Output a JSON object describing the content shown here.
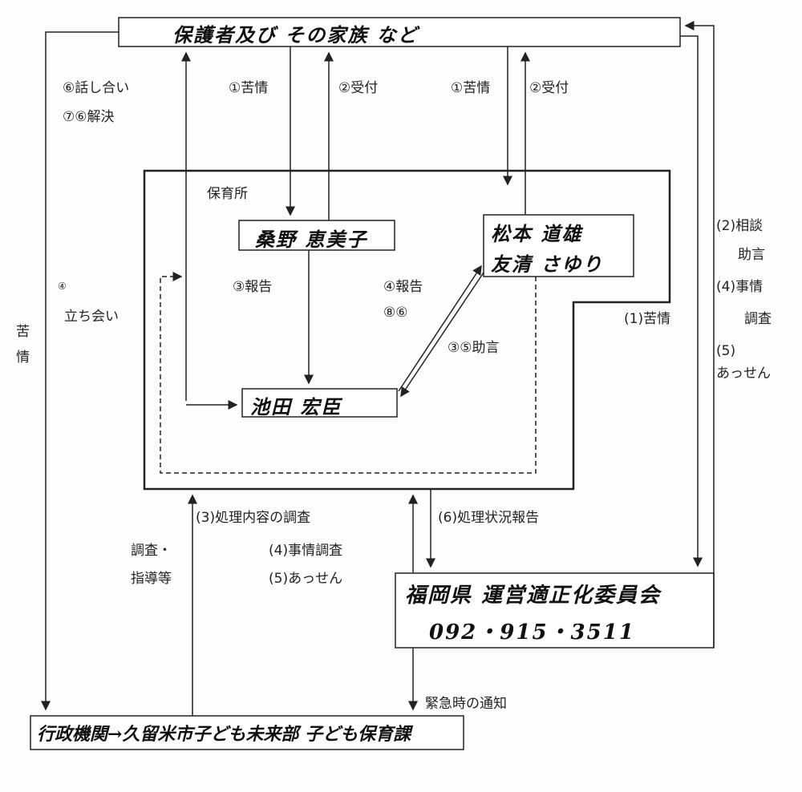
{
  "boxes": {
    "guardians": "保護者及び その家族 など",
    "staff_kuwano": "桑野 恵美子",
    "staff_matsumoto_1": "松本 道雄",
    "staff_matsumoto_2": "友清 さゆり",
    "staff_ikeda": "池田 宏臣",
    "committee_name": "福岡県 運営適正化委員会",
    "committee_phone": "092・915・3511",
    "admin": "行政機関→久留米市子ども未来部 子ども保育課",
    "nursery": "保育所"
  },
  "labels": {
    "discuss": "⑥話し合い",
    "resolve": "⑦⑥解決",
    "complaint1": "①苦情",
    "accept2": "②受付",
    "complaint1b": "①苦情",
    "accept2b": "②受付",
    "report3": "③報告",
    "report4": "④報告",
    "num8": "⑧⑥",
    "advice5": "③⑤助言",
    "witness_mark": "④",
    "witness": "立ち会い",
    "complaint_left": "苦情",
    "consult": "(2)相談",
    "advice": "助言",
    "investigate4": "(4)事情",
    "investigate4b": "調査",
    "mediate5": "(5)",
    "mediate5b": "あっせん",
    "complaint_right": "(1)苦情",
    "check3": "(3)処理内容の調査",
    "check4": "(4)事情調査",
    "check5": "(5)あっせん",
    "status6": "(6)処理状況報告",
    "guide1": "調査・",
    "guide2": "指導等",
    "emergency": "緊急時の通知"
  }
}
